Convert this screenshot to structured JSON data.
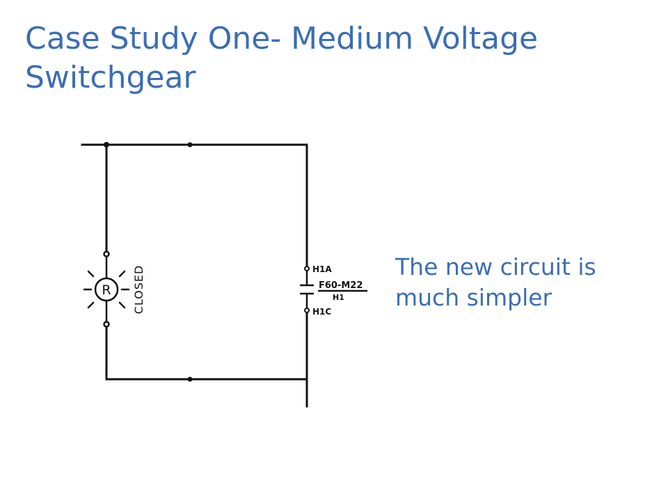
{
  "slide": {
    "title": "Case Study One- Medium Voltage Switchgear",
    "note": "The new circuit is much simpler"
  },
  "diagram": {
    "lamp_letter": "R",
    "lamp_label": "CLOSED",
    "terminal_top": "H1A",
    "terminal_bottom": "H1C",
    "contact_device": "F60-M22",
    "contact_ref": "H1"
  },
  "colors": {
    "title_blue": "#3b6eb4",
    "wire": "#111111"
  }
}
